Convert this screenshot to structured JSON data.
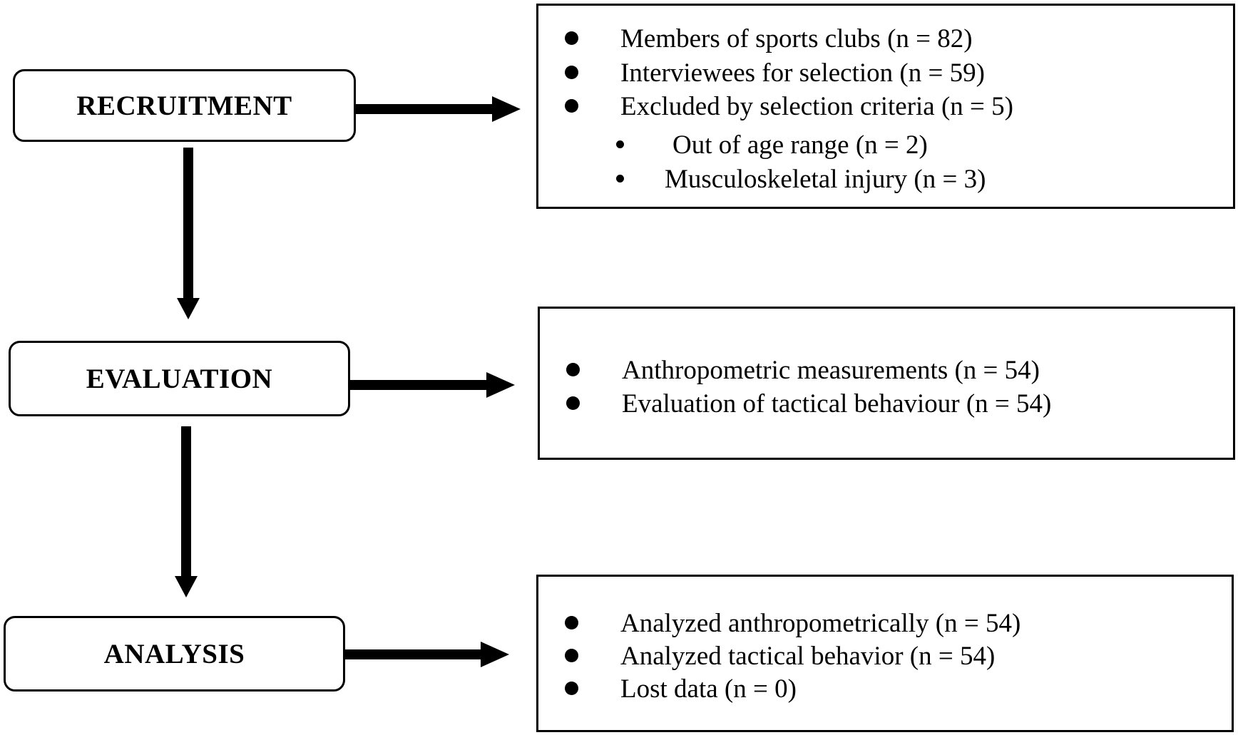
{
  "stages": [
    {
      "label": "RECRUITMENT",
      "items": [
        {
          "text": "Members of sports clubs (n = 82)",
          "level": 1
        },
        {
          "text": "Interviewees for selection (n = 59)",
          "level": 1
        },
        {
          "text": "Excluded by selection criteria (n = 5)",
          "level": 1
        },
        {
          "text": "Out of age range (n = 2)",
          "level": 2
        },
        {
          "text": "Musculoskeletal injury (n = 3)",
          "level": 2
        }
      ]
    },
    {
      "label": "EVALUATION",
      "items": [
        {
          "text": "Anthropometric measurements (n = 54)",
          "level": 1
        },
        {
          "text": "Evaluation of tactical behaviour (n = 54)",
          "level": 1
        }
      ]
    },
    {
      "label": "ANALYSIS",
      "items": [
        {
          "text": "Analyzed anthropometrically (n = 54)",
          "level": 1
        },
        {
          "text": "Analyzed tactical behavior (n = 54)",
          "level": 1
        },
        {
          "text": "Lost data (n = 0)",
          "level": 1
        }
      ]
    }
  ]
}
